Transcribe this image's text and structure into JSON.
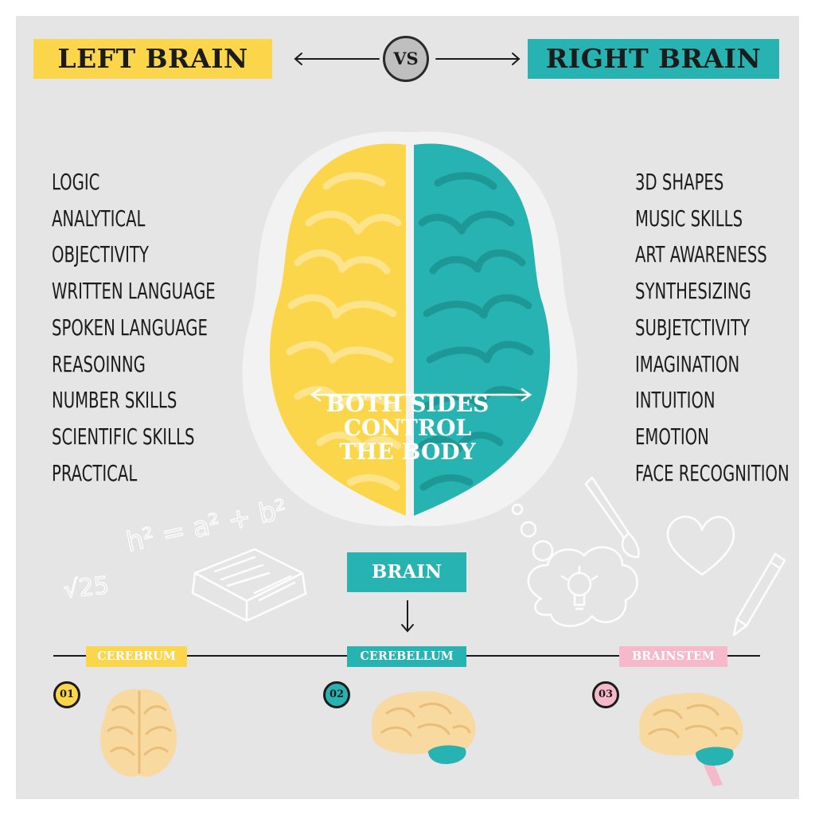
{
  "header": {
    "left_title": "LEFT BRAIN",
    "right_title": "RIGHT BRAIN",
    "vs_label": "VS"
  },
  "left_traits": [
    "LOGIC",
    "ANALYTICAL",
    "OBJECTIVITY",
    "WRITTEN LANGUAGE",
    "SPOKEN LANGUAGE",
    "REASOINNG",
    "NUMBER SKILLS",
    "SCIENTIFIC SKILLS",
    "PRACTICAL"
  ],
  "right_traits": [
    "3D SHAPES",
    "MUSIC SKILLS",
    "ART AWARENESS",
    "SYNTHESIZING",
    "SUBJETCTIVITY",
    "IMAGINATION",
    "INTUITION",
    "EMOTION",
    "FACE RECOGNITION"
  ],
  "center": {
    "line1": "BOTH SIDES",
    "line2": "CONTROL",
    "line3": "THE BODY"
  },
  "brain_label": "BRAIN",
  "parts": [
    {
      "number": "01",
      "label": "CEREBRUM"
    },
    {
      "number": "02",
      "label": "CEREBELLUM"
    },
    {
      "number": "03",
      "label": "BRAINSTEM"
    }
  ],
  "doodle_formula": "h² = a² + b²",
  "doodle_root": "√25",
  "colors": {
    "yellow": "#fcd64a",
    "teal": "#26b3b1",
    "pink": "#f6b9c9",
    "background": "#e5e5e5",
    "brain_beige": "#f8d9a0",
    "text_dark": "#1b1b1b"
  },
  "icons": [
    "double-arrow-icon",
    "down-arrow-icon",
    "book-icon",
    "paintbrush-icon",
    "heart-icon",
    "pencil-icon",
    "thought-cloud-icon",
    "lightbulb-icon"
  ]
}
